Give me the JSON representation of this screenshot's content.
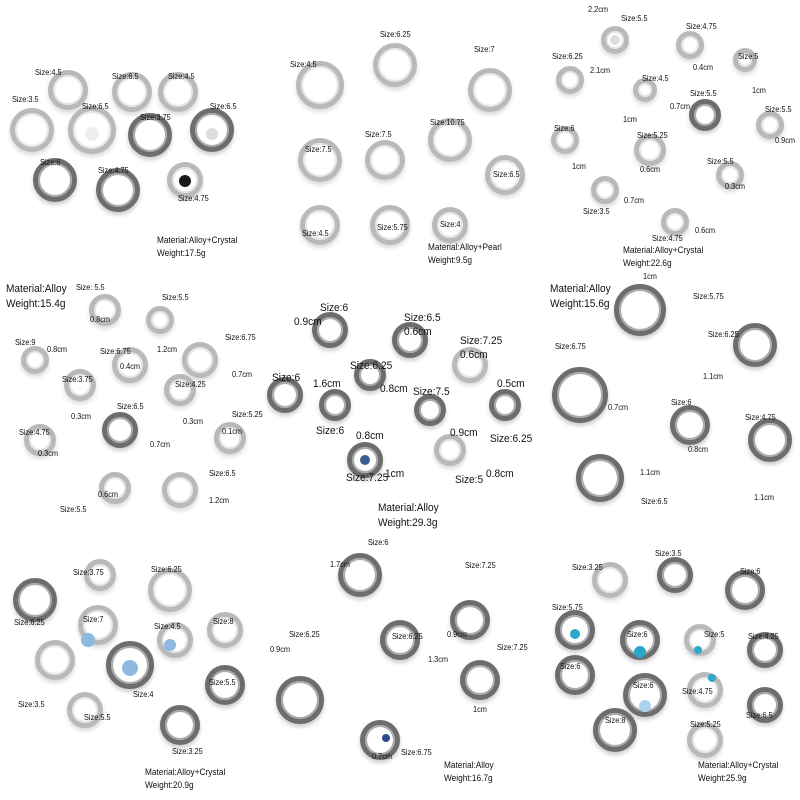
{
  "panels": [
    {
      "labels": [
        "Size:4.5",
        "Size:6.5",
        "Size:4.5",
        "Size:3.5",
        "Size:6.5",
        "Size:3.75",
        "Size:6.5",
        "Size:6",
        "Size:4.75",
        "Size:4.75"
      ],
      "material": "Material:Alloy+Crystal",
      "weight": "Weight:17.5g"
    },
    {
      "labels": [
        "Size:6.25",
        "Size:4.5",
        "Size:7",
        "Size:10.75",
        "Size:7.5",
        "Size:7.5",
        "Size:6.5",
        "Size:4.5",
        "Size:5.75",
        "Size:4"
      ],
      "material": "Material:Alloy+Pearl",
      "weight": "Weight:9.5g"
    },
    {
      "labels": [
        "2.2cm",
        "Size:5.5",
        "Size:4.75",
        "Size:6.25",
        "2.1cm",
        "Size:5",
        "Size:4.5",
        "0.4cm",
        "1cm",
        "Size:5.5",
        "0.7cm",
        "Size:5.5",
        "1cm",
        "Size:6",
        "Size:5.25",
        "1cm",
        "0.6cm",
        "0.9cm",
        "Size:5.5",
        "0.3cm",
        "0.7cm",
        "Size:3.5",
        "0.6cm",
        "Size:4.75"
      ],
      "material": "Material:Alloy+Crystal",
      "weight": "Weight:22.6g"
    },
    {
      "labels": [
        "Size: 5.5",
        "Size:5.5",
        "0.8cm",
        "Size:6.75",
        "Size:9",
        "0.8cm",
        "1.2cm",
        "Size:6.75",
        "0.4cm",
        "0.7cm",
        "Size:3.75",
        "Size:4.25",
        "0.3cm",
        "Size:6.5",
        "0.3cm",
        "Size:5.25",
        "0.1cm",
        "Size:4.75",
        "0.3cm",
        "0.7cm",
        "Size:6.5",
        "1.2cm",
        "0.6cm",
        "Size:5.5"
      ],
      "material": "Material:Alloy",
      "weight": "Weight:15.4g"
    },
    {
      "labels": [
        "Size:6",
        "0.9cm",
        "Size:6.5",
        "0.6cm",
        "Size:7.25",
        "0.6cm",
        "Size:6.25",
        "Size:6",
        "1.6cm",
        "0.5cm",
        "0.8cm",
        "Size:7.5",
        "Size:6",
        "0.8cm",
        "0.9cm",
        "Size:6.25",
        "1cm",
        "0.8cm",
        "Size:7.25",
        "Size:5"
      ],
      "material": "Material:Alloy",
      "weight": "Weight:29.3g"
    },
    {
      "labels": [
        "1cm",
        "Size:5.75",
        "Size:6.25",
        "Size:6.75",
        "1.1cm",
        "0.7cm",
        "Size:6",
        "Size:4.75",
        "0.8cm",
        "1.1cm",
        "Size:6.5",
        "1.1cm"
      ],
      "material": "Material:Alloy",
      "weight": "Weight:15.6g"
    },
    {
      "labels": [
        "Size:3.75",
        "Size:6.25",
        "Size:6.25",
        "Size:7",
        "Size:4.5",
        "Size:8",
        "Size:3.5",
        "Size:5.5",
        "Size:4",
        "Size:5.5",
        "Size:3.25"
      ],
      "material": "Material:Alloy+Crystal",
      "weight": "Weight:20.9g"
    },
    {
      "labels": [
        "Size:6",
        "1.7cm",
        "Size:7.25",
        "Size:6.25",
        "0.9cm",
        "Size:6.25",
        "0.9cm",
        "Size:7.25",
        "1.3cm",
        "1cm",
        "0.7cm",
        "Size:6.75"
      ],
      "material": "Material:Alloy",
      "weight": "Weight:16.7g"
    },
    {
      "labels": [
        "Size:3.25",
        "Size:3.5",
        "Size:6",
        "Size:5.75",
        "Size:6",
        "Size:5",
        "Size:4.25",
        "Size:6",
        "Size:6",
        "Size:4.75",
        "Size:6.5",
        "Size:8",
        "Size:5.25"
      ],
      "material": "Material:Alloy+Crystal",
      "weight": "Weight:25.9g"
    }
  ],
  "colors": {
    "silver": "#b9b9b9",
    "dark_silver": "#6d6d6d",
    "crystal_blue": "#8fb8e0",
    "turquoise": "#2aa7c9",
    "onyx": "#1a1a1a"
  }
}
